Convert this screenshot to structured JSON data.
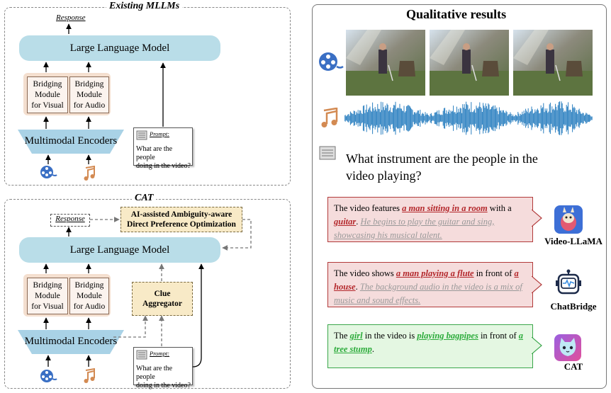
{
  "left_top": {
    "title": "Existing MLLMs",
    "response": "Response",
    "llm": "Large Language Model",
    "bridge_visual": [
      "Bridging",
      "Module",
      "for Visual"
    ],
    "bridge_audio": [
      "Bridging",
      "Module",
      "for Audio"
    ],
    "encoders": "Multimodal Encoders",
    "prompt_label": "Prompt:",
    "prompt_text": [
      "What are the people",
      "doing in the video?"
    ]
  },
  "left_bottom": {
    "title": "CAT",
    "response": "Response",
    "dpo": [
      "AI-assisted Ambiguity-aware",
      "Direct Preference Optimization"
    ],
    "llm": "Large Language Model",
    "bridge_visual": [
      "Bridging",
      "Module",
      "for Visual"
    ],
    "bridge_audio": [
      "Bridging",
      "Module",
      "for Audio"
    ],
    "clue": [
      "Clue",
      "Aggregator"
    ],
    "encoders": "Multimodal Encoders",
    "prompt_label": "Prompt:",
    "prompt_text": [
      "What are the people",
      "doing in the video?"
    ]
  },
  "right": {
    "title": "Qualitative results",
    "question": [
      "What instrument are the people in the",
      "video playing?"
    ],
    "answers": [
      {
        "model": "Video-LLaMA",
        "parts": [
          {
            "t": "The video features ",
            "s": "n"
          },
          {
            "t": "a man sitting in a room",
            "s": "r"
          },
          {
            "t": " with a ",
            "s": "n"
          },
          {
            "t": "guitar",
            "s": "r"
          },
          {
            "t": ". ",
            "s": "n"
          },
          {
            "t": "He begins to play the guitar and sing, showcasing his musical talent.",
            "s": "h"
          }
        ]
      },
      {
        "model": "ChatBridge",
        "parts": [
          {
            "t": "The video shows ",
            "s": "n"
          },
          {
            "t": "a man playing a flute",
            "s": "r"
          },
          {
            "t": " in front of ",
            "s": "n"
          },
          {
            "t": "a house",
            "s": "r"
          },
          {
            "t": ". ",
            "s": "n"
          },
          {
            "t": "The background audio in the video is a mix of music and sound effects.",
            "s": "h"
          }
        ]
      },
      {
        "model": "CAT",
        "parts": [
          {
            "t": "The ",
            "s": "n"
          },
          {
            "t": "girl",
            "s": "g"
          },
          {
            "t": " in the video is ",
            "s": "n"
          },
          {
            "t": "playing bagpipes",
            "s": "g"
          },
          {
            "t": " in front of ",
            "s": "n"
          },
          {
            "t": "a tree stump",
            "s": "g"
          },
          {
            "t": ".",
            "s": "n"
          }
        ]
      }
    ]
  },
  "colors": {
    "llm": "#b9dde8",
    "bridge": "#f4dfcf",
    "encoder": "#a9d2e6",
    "aggregator": "#f8eac7",
    "wrong": "#b3262a",
    "right": "#2bab3a",
    "waveform": "#2a7fc0"
  }
}
